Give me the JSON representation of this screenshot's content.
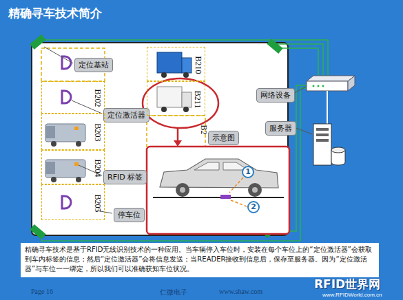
{
  "diagram": {
    "title": "精确寻车技术简介",
    "caption": "精确寻车技术是基于RFID无线识别技术的一种应用。当车辆停入车位时，安装在每个车位上的“定位激活器”会获取到车内标签的信息；然后“定位激活器”会将信息发送；当READER接收到信息后，保存至服务器。因为“定位激活器”与车位一一绑定，所以我们可以准确获知车位状况。",
    "nodes": [
      {
        "text": [
          "定位基站"
        ]
      },
      {
        "text": [
          "B202"
        ]
      },
      {
        "text": [
          "定位激活器"
        ]
      },
      {
        "text": [
          "B203"
        ]
      },
      {
        "text": [
          "B204"
        ]
      },
      {
        "text": [
          "RFID 标签"
        ]
      },
      {
        "text": [
          "B205"
        ]
      },
      {
        "text": [
          "停车位"
        ]
      },
      {
        "text": [
          "B210"
        ]
      },
      {
        "text": [
          "B211"
        ]
      },
      {
        "text": [
          "示意图"
        ]
      },
      {
        "text": [
          "网络设备"
        ]
      },
      {
        "text": [
          "服务器"
        ]
      },
      {
        "text": [
          "1"
        ]
      },
      {
        "text": [
          "2"
        ]
      }
    ],
    "labels": [
      "B2",
      "Page 16",
      "仁微电子",
      "www.shaw.com",
      "RFID世界网",
      "www.RFIDWorld.com.cn"
    ]
  }
}
